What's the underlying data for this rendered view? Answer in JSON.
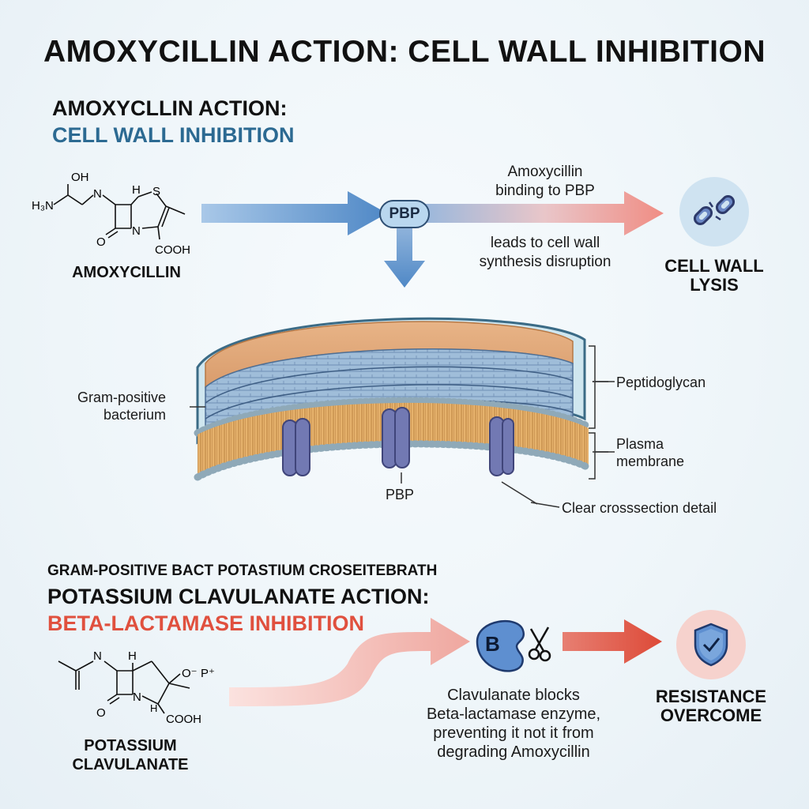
{
  "main_title": "AMOXYCILLIN ACTION: CELL WALL INHIBITION",
  "section1": {
    "title_line1": "AMOXYCLLIN ACTION:",
    "title_line2": "CELL WALL INHIBITION",
    "molecule": {
      "name": "AMOXYCILLIN",
      "atoms": [
        "OH",
        "H₃N",
        "N",
        "H",
        "S",
        "O",
        "N",
        "COOH"
      ]
    },
    "pbp_label": "PBP",
    "binding_line1": "Amoxycillin",
    "binding_line2": "binding to PBP",
    "disruption_line1": "leads to cell wall",
    "disruption_line2": "synthesis disruption",
    "outcome_line1": "CELL WALL",
    "outcome_line2": "LYSIS"
  },
  "cell_diagram": {
    "bacterium_line1": "Gram-positive",
    "bacterium_line2": "bacterium",
    "peptidoglycan": "Peptidoglycan",
    "membrane_line1": "Plasma",
    "membrane_line2": "membrane",
    "pbp_label": "PBP",
    "detail": "Clear crosssection detail"
  },
  "section2": {
    "overline": "GRAM-POSITIVE BACT POTASTIUM CROSEITEBRATH",
    "title_line1": "POTASSIUM CLAVULANATE ACTION:",
    "title_line2": "BETA-LACTAMASE INHIBITION",
    "molecule": {
      "name_line1": "POTASSIUM",
      "name_line2": "CLAVULANATE",
      "atoms": [
        "N",
        "H",
        "H",
        "O⁻",
        "P⁺",
        "O",
        "N",
        "COOH"
      ]
    },
    "enzyme_letter": "B",
    "caption_line1": "Clavulanate blocks",
    "caption_line2": "Beta-lactamase enzyme,",
    "caption_line3": "preventing it not it from",
    "caption_line4": "degrading Amoxycillin",
    "outcome_line1": "RESISTANCE",
    "outcome_line2": "OVERCOME"
  },
  "colors": {
    "accent_blue": "#2c6a92",
    "accent_red": "#e0503e",
    "arrow_blue": "#5b93cc",
    "arrow_pink": "#f2b2aa",
    "pbp_purple": "#7279b3"
  },
  "icons": [
    "broken-chain-icon",
    "scissors-icon",
    "shield-check-icon",
    "enzyme-icon"
  ]
}
